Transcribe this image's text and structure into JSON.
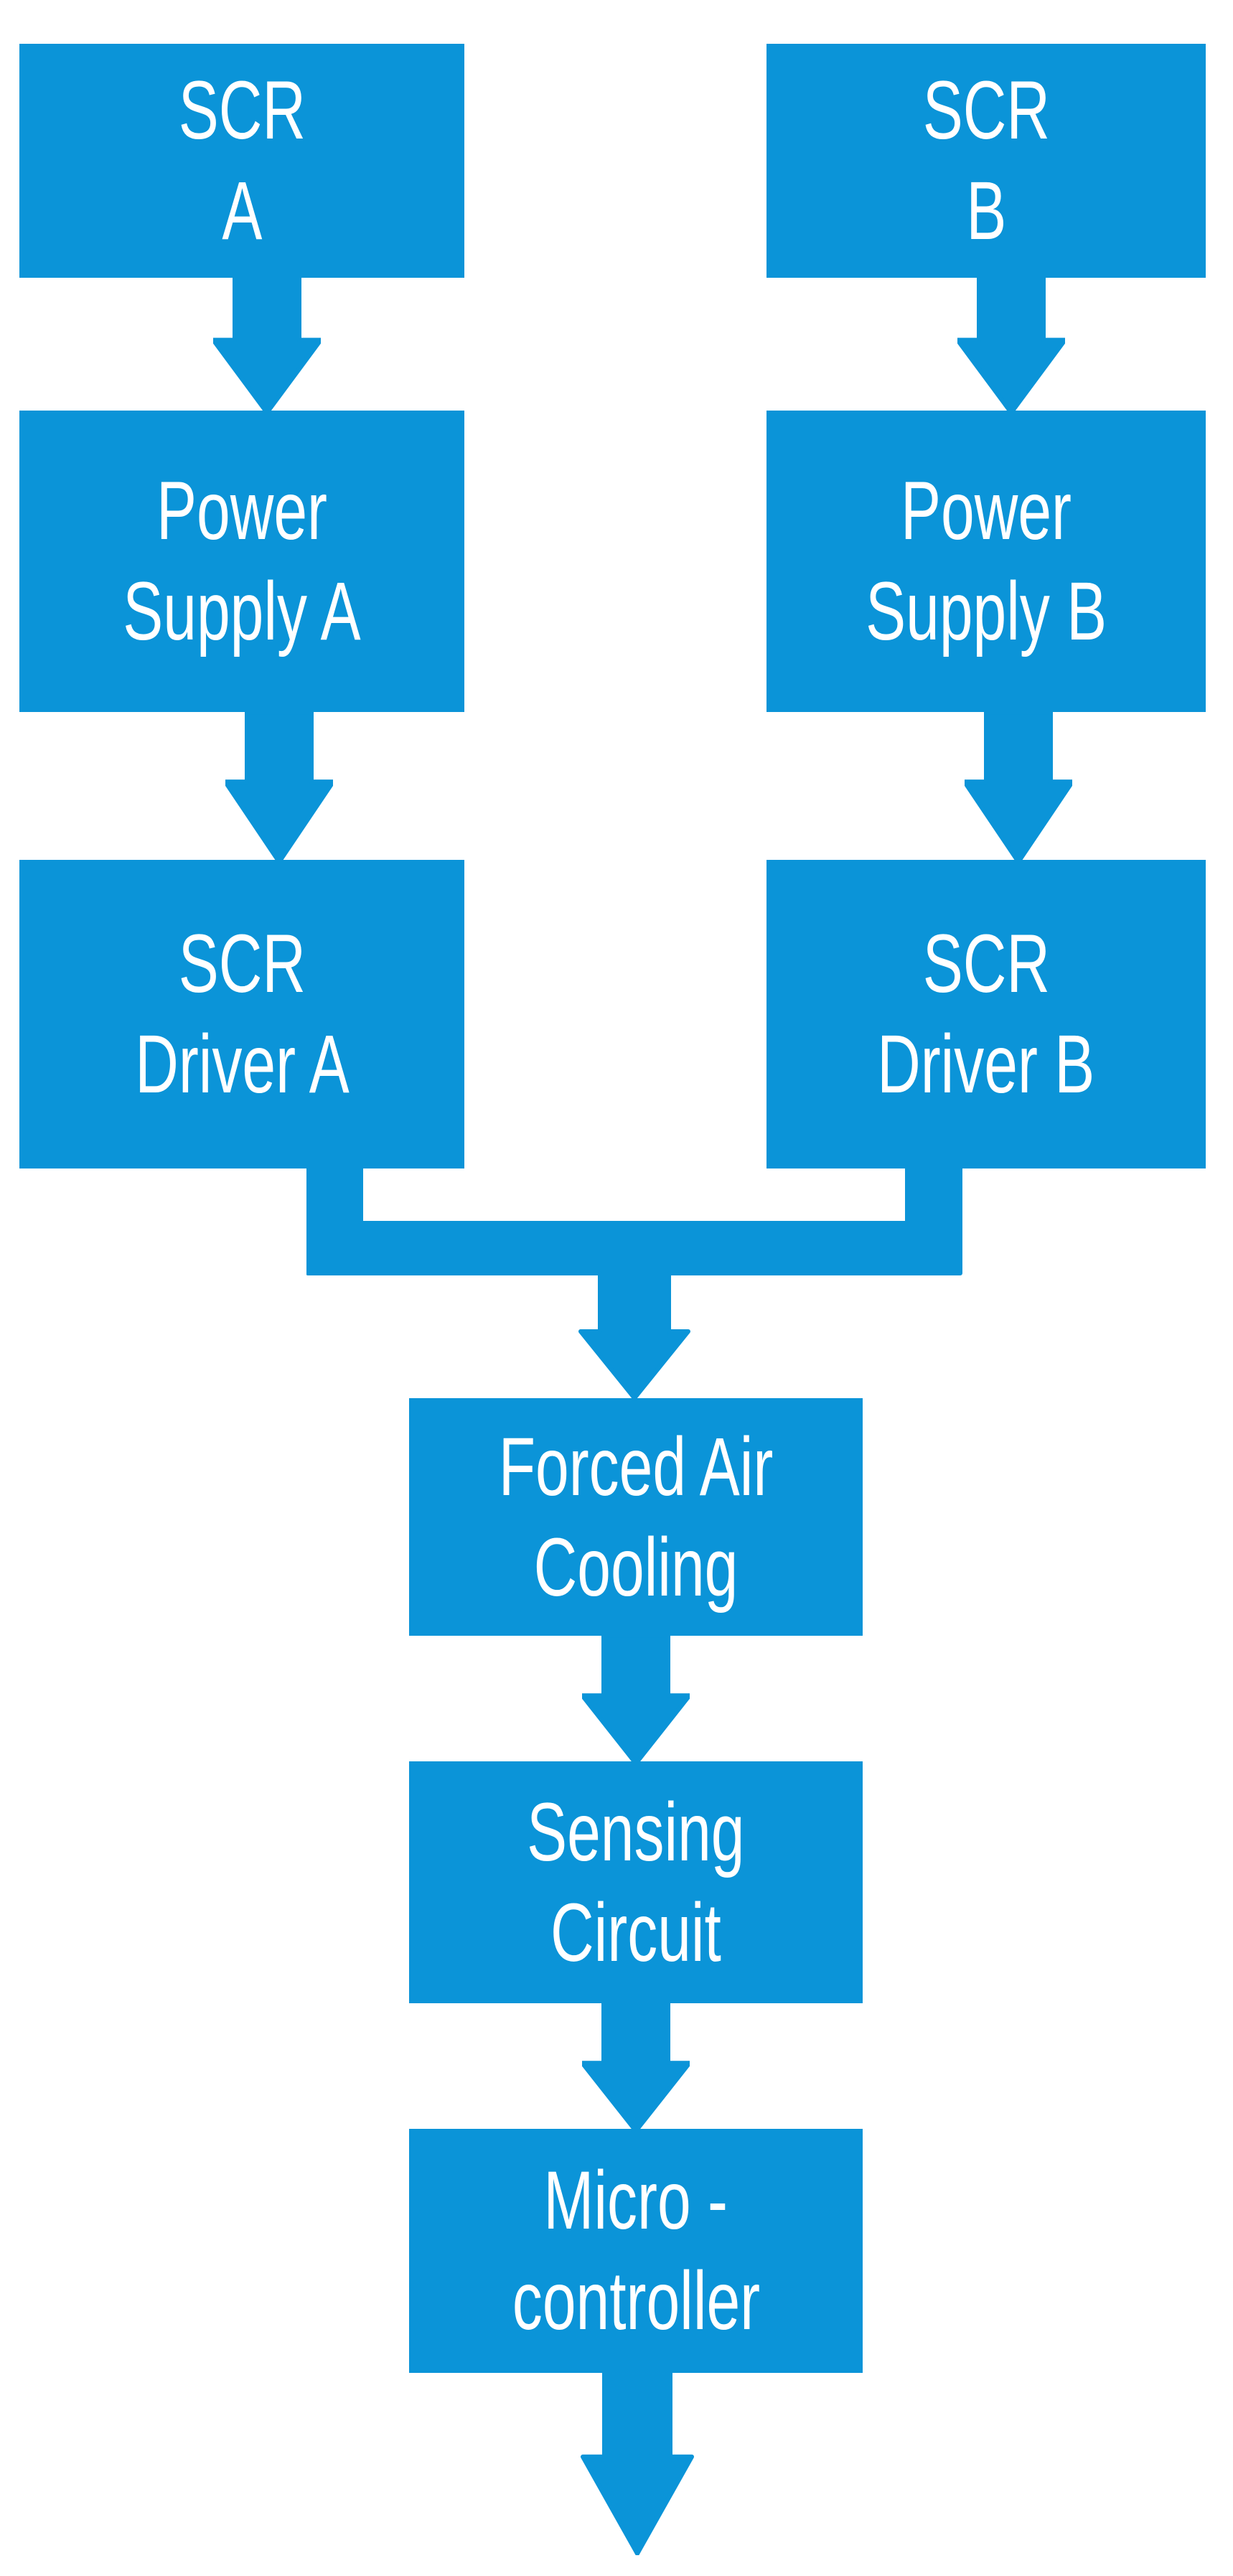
{
  "diagram": {
    "type": "flowchart",
    "colors": {
      "node_fill": "#0B94D8",
      "node_text": "#FFFFFF",
      "background": "#FFFFFF"
    },
    "nodes": [
      {
        "id": "scr-a",
        "line1": "SCR",
        "line2": "A",
        "label": "SCR A"
      },
      {
        "id": "scr-b",
        "line1": "SCR",
        "line2": "B",
        "label": "SCR B"
      },
      {
        "id": "power-supply-a",
        "line1": "Power",
        "line2": "Supply A",
        "label": "Power Supply A"
      },
      {
        "id": "power-supply-b",
        "line1": "Power",
        "line2": "Supply B",
        "label": "Power Supply B"
      },
      {
        "id": "scr-driver-a",
        "line1": "SCR",
        "line2": "Driver A",
        "label": "SCR Driver A"
      },
      {
        "id": "scr-driver-b",
        "line1": "SCR",
        "line2": "Driver B",
        "label": "SCR Driver B"
      },
      {
        "id": "forced-air-cooling",
        "line1": "Forced Air",
        "line2": "Cooling",
        "label": "Forced Air Cooling"
      },
      {
        "id": "sensing-circuit",
        "line1": "Sensing",
        "line2": "Circuit",
        "label": "Sensing Circuit"
      },
      {
        "id": "micro-controller",
        "line1": "Micro -",
        "line2": "controller",
        "label": "Micro - controller"
      }
    ],
    "edges": [
      {
        "from": "scr-a",
        "to": "power-supply-a",
        "style": "block-arrow-down"
      },
      {
        "from": "scr-b",
        "to": "power-supply-b",
        "style": "block-arrow-down"
      },
      {
        "from": "power-supply-a",
        "to": "scr-driver-a",
        "style": "block-arrow-down"
      },
      {
        "from": "power-supply-b",
        "to": "scr-driver-b",
        "style": "block-arrow-down"
      },
      {
        "from": "scr-driver-a",
        "to": "forced-air-cooling",
        "style": "merge-block-arrow-down"
      },
      {
        "from": "scr-driver-b",
        "to": "forced-air-cooling",
        "style": "merge-block-arrow-down"
      },
      {
        "from": "forced-air-cooling",
        "to": "sensing-circuit",
        "style": "block-arrow-down"
      },
      {
        "from": "sensing-circuit",
        "to": "micro-controller",
        "style": "block-arrow-down"
      },
      {
        "from": "micro-controller",
        "to": "",
        "style": "block-arrow-down-output"
      }
    ]
  }
}
